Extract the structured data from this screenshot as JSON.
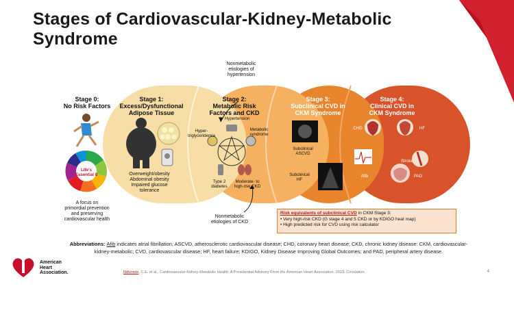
{
  "title": "Stages of Cardiovascular-Kidney-Metabolic Syndrome",
  "stages": {
    "s0": {
      "title": "Stage 0:\nNo Risk Factors",
      "note": "A focus on\nprimordial prevention\nand preserving\ncardiovascular health",
      "logo_text": "Life's Essential 8"
    },
    "s1": {
      "title": "Stage 1:\nExcess/Dysfunctional\nAdipose Tissue",
      "note": "Overweight/obesity\nAbdominal obesity\nImpaired glucose\ntolerance"
    },
    "s2": {
      "title": "Stage 2:\nMetabolic Risk\nFactors and CKD",
      "items": [
        "Hypertension",
        "Hyper-\ntriglyceridemia",
        "Metabolic\nsyndrome",
        "Type 2\ndiabetes",
        "Moderate- to\nhigh-risk CKD"
      ]
    },
    "s3": {
      "title": "Stage 3:\nSubclinical CVD in\nCKM Syndrome",
      "items": [
        "Subclinical\nASCVD",
        "Subclinical\nHF"
      ]
    },
    "s4": {
      "title": "Stage 4:\nClinical CVD in\nCKM Syndrome",
      "items": [
        "CHD",
        "HF",
        "Stroke",
        "Afib",
        "PAD"
      ]
    }
  },
  "callouts": {
    "top": "Nonmetabolic\netiologies of\nhypertension",
    "bottom": "Nonmetabolic\netiologies of CKD"
  },
  "risk_box": {
    "heading_underlined": "Risk equivalents of subclinical CVD",
    "heading_rest": " in CKM Stage 3:",
    "bullets": [
      "• Very high-risk CKD (G stage 4 and 5 CKD or by KDIGO heat map)",
      "• High predicted risk for CVD using risk calculator"
    ]
  },
  "abbreviations": {
    "label": "Abbreviations: ",
    "afib": "Afib",
    "text": " indicates atrial fibrillation; ASCVD, atherosclerotic cardiovascular disease; CHD, coronary heart disease; CKD, chronic kidney disease: CKM, cardiovascular-kidney-metabolic; CVD, cardiovascular disease; HF, heart failure; KDIGO, Kidney Disease Improving Global Outcomes; and PAD, peripheral artery disease."
  },
  "citation": {
    "name": "Ndumele",
    "rest": ", C.E. et al., Cardiovascular-Kidney-Metabolic Health: A Presidential Advisory From the American Heart Association. 2023. Circulation."
  },
  "page_number": "4",
  "logo": {
    "text": "American\nHeart\nAssociation."
  },
  "colors": {
    "accent_red": "#c8102e",
    "stage1": "#f7d58f",
    "stage2": "#f5b15f",
    "stage3": "#e8842b",
    "stage4": "#d9532a"
  }
}
